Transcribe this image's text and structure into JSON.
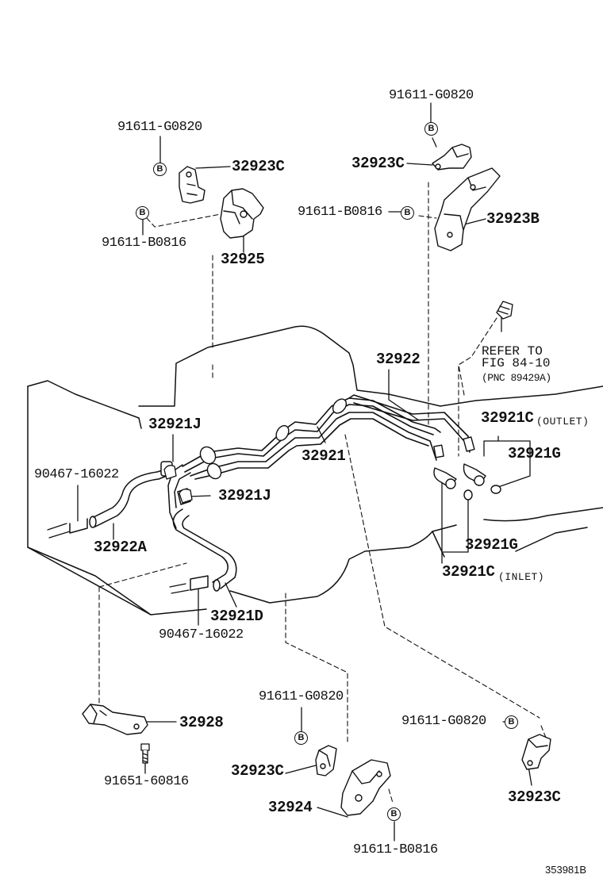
{
  "diagram": {
    "bolt_mark": "B",
    "parts": {
      "p91611_G0820": "91611-G0820",
      "p91611_B0816": "91611-B0816",
      "p32923C": "32923C",
      "p32923B": "32923B",
      "p32925": "32925",
      "p32922": "32922",
      "p32921": "32921",
      "p32921J": "32921J",
      "p32921C": "32921C",
      "p32921G": "32921G",
      "p32921D": "32921D",
      "p32922A": "32922A",
      "p90467_16022": "90467-16022",
      "p32928": "32928",
      "p91651_60816": "91651-60816",
      "p32924": "32924"
    },
    "qualifiers": {
      "outlet": "(OUTLET)",
      "inlet": "(INLET)"
    },
    "refer_note": {
      "line1": "REFER TO",
      "line2": "FIG 84-10",
      "line3": "(PNC 89429A)"
    },
    "illustration_id": "353981B"
  }
}
